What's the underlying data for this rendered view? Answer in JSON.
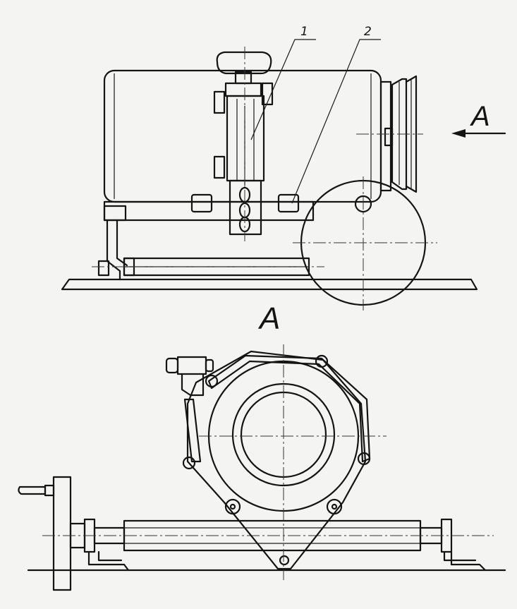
{
  "callouts": [
    "1",
    "2"
  ],
  "view_label": "A",
  "section_title": "A"
}
